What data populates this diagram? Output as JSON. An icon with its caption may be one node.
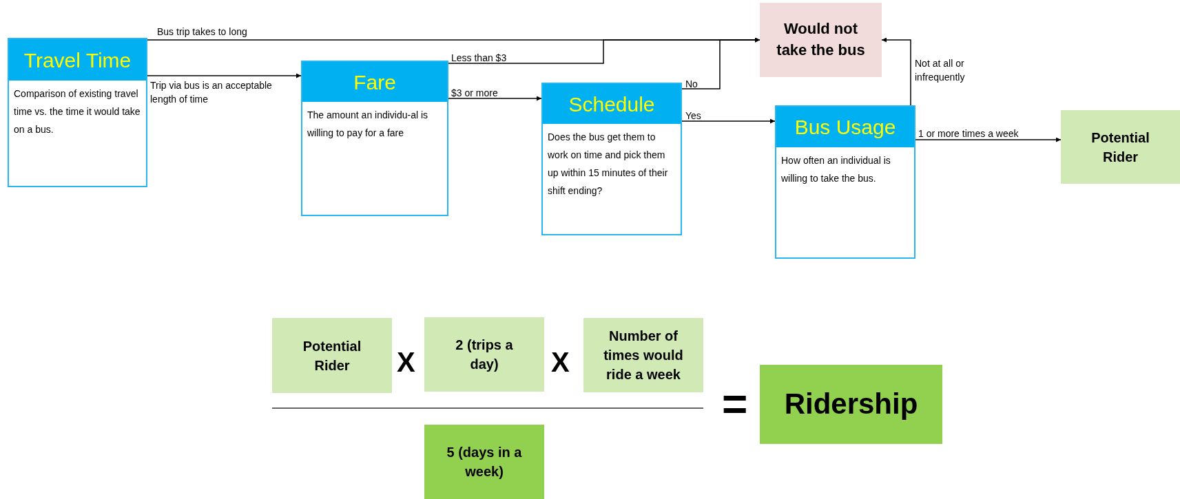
{
  "diagram": {
    "nodes": [
      {
        "text": [
          "Travel Time",
          "Comparison of existing travel time vs. the time it would take on a bus."
        ]
      },
      {
        "text": [
          "Fare",
          "The amount an individu-al is willing to pay for a fare"
        ]
      },
      {
        "text": [
          "Schedule",
          "Does the bus get them to work on time and pick them up within 15 minutes of their shift ending?"
        ]
      },
      {
        "text": [
          "Would not take the bus"
        ]
      },
      {
        "text": [
          "Bus Usage",
          "How often an individual is willing to take the bus."
        ]
      },
      {
        "text": [
          "Potential Rider"
        ]
      },
      {
        "text": [
          "Potential Rider"
        ]
      },
      {
        "text": [
          "2 (trips a day)"
        ]
      },
      {
        "text": [
          "Number of times would ride a week"
        ]
      },
      {
        "text": [
          "5 (days in a week)"
        ]
      },
      {
        "text": [
          "Ridership"
        ]
      }
    ],
    "edges": [
      {
        "from": 0,
        "to": 3,
        "arrow": "to",
        "label": "Bus trip takes to long"
      },
      {
        "from": 0,
        "to": 1,
        "arrow": "to",
        "label": "Trip via bus is an acceptable length of time"
      },
      {
        "from": 1,
        "to": 3,
        "arrow": "to",
        "label": "Less than $3"
      },
      {
        "from": 1,
        "to": 2,
        "arrow": "to",
        "label": "$3 or more"
      },
      {
        "from": 2,
        "to": 3,
        "arrow": "to",
        "label": "No"
      },
      {
        "from": 2,
        "to": 4,
        "arrow": "to",
        "label": "Yes"
      },
      {
        "from": 4,
        "to": 3,
        "arrow": "to",
        "label": "Not at all or infrequently"
      },
      {
        "from": 4,
        "to": 5,
        "arrow": "to",
        "label": "1 or more times a week"
      }
    ],
    "labels": [
      "X",
      "X",
      "="
    ]
  }
}
